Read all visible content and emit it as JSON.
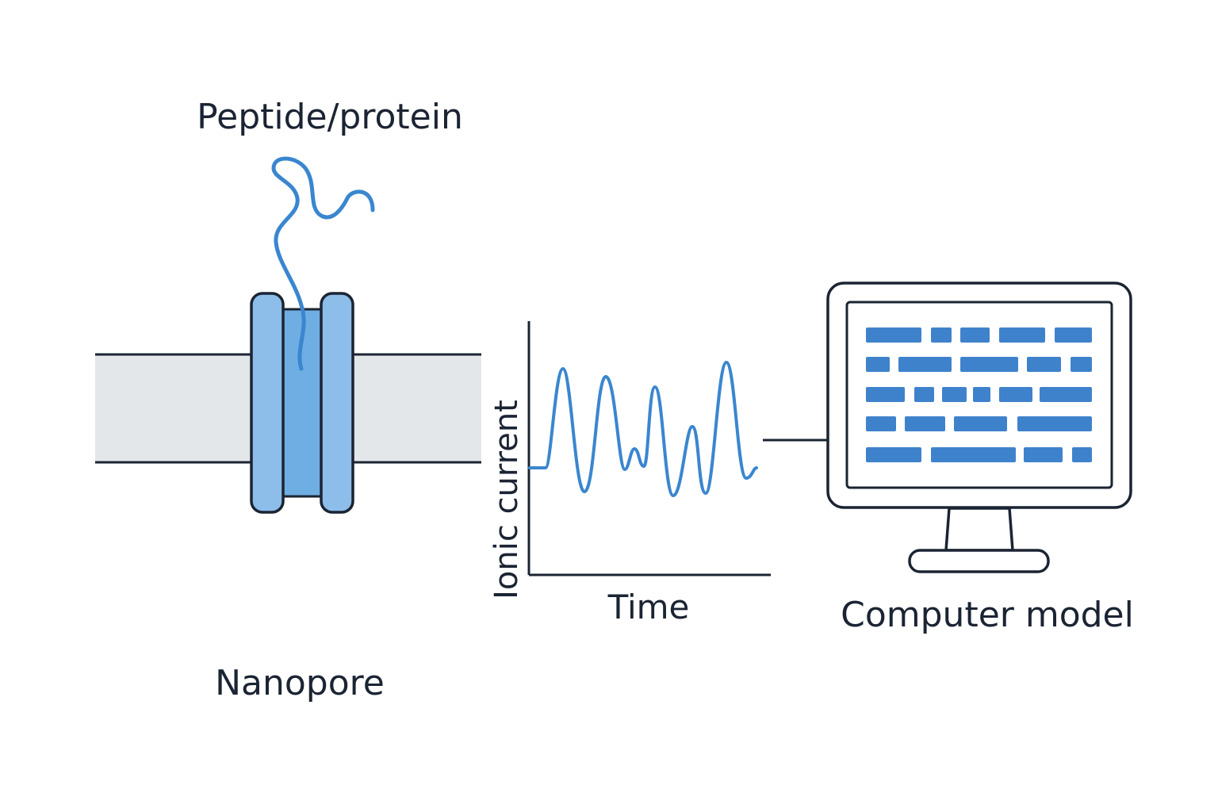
{
  "labels": {
    "peptide": "Peptide/protein",
    "nanopore": "Nanopore",
    "y_axis": "Ionic current",
    "x_axis": "Time",
    "computer": "Computer model"
  },
  "colors": {
    "ink": "#1b2433",
    "blue": "#3a86cf",
    "pore_light": "#8dbde9",
    "pore_channel": "#6faee2",
    "membrane": "#e4e7ea",
    "code_block": "#3f82cc"
  },
  "icons": {
    "pore": "nanopore-channel",
    "computer": "computer-monitor-icon"
  }
}
